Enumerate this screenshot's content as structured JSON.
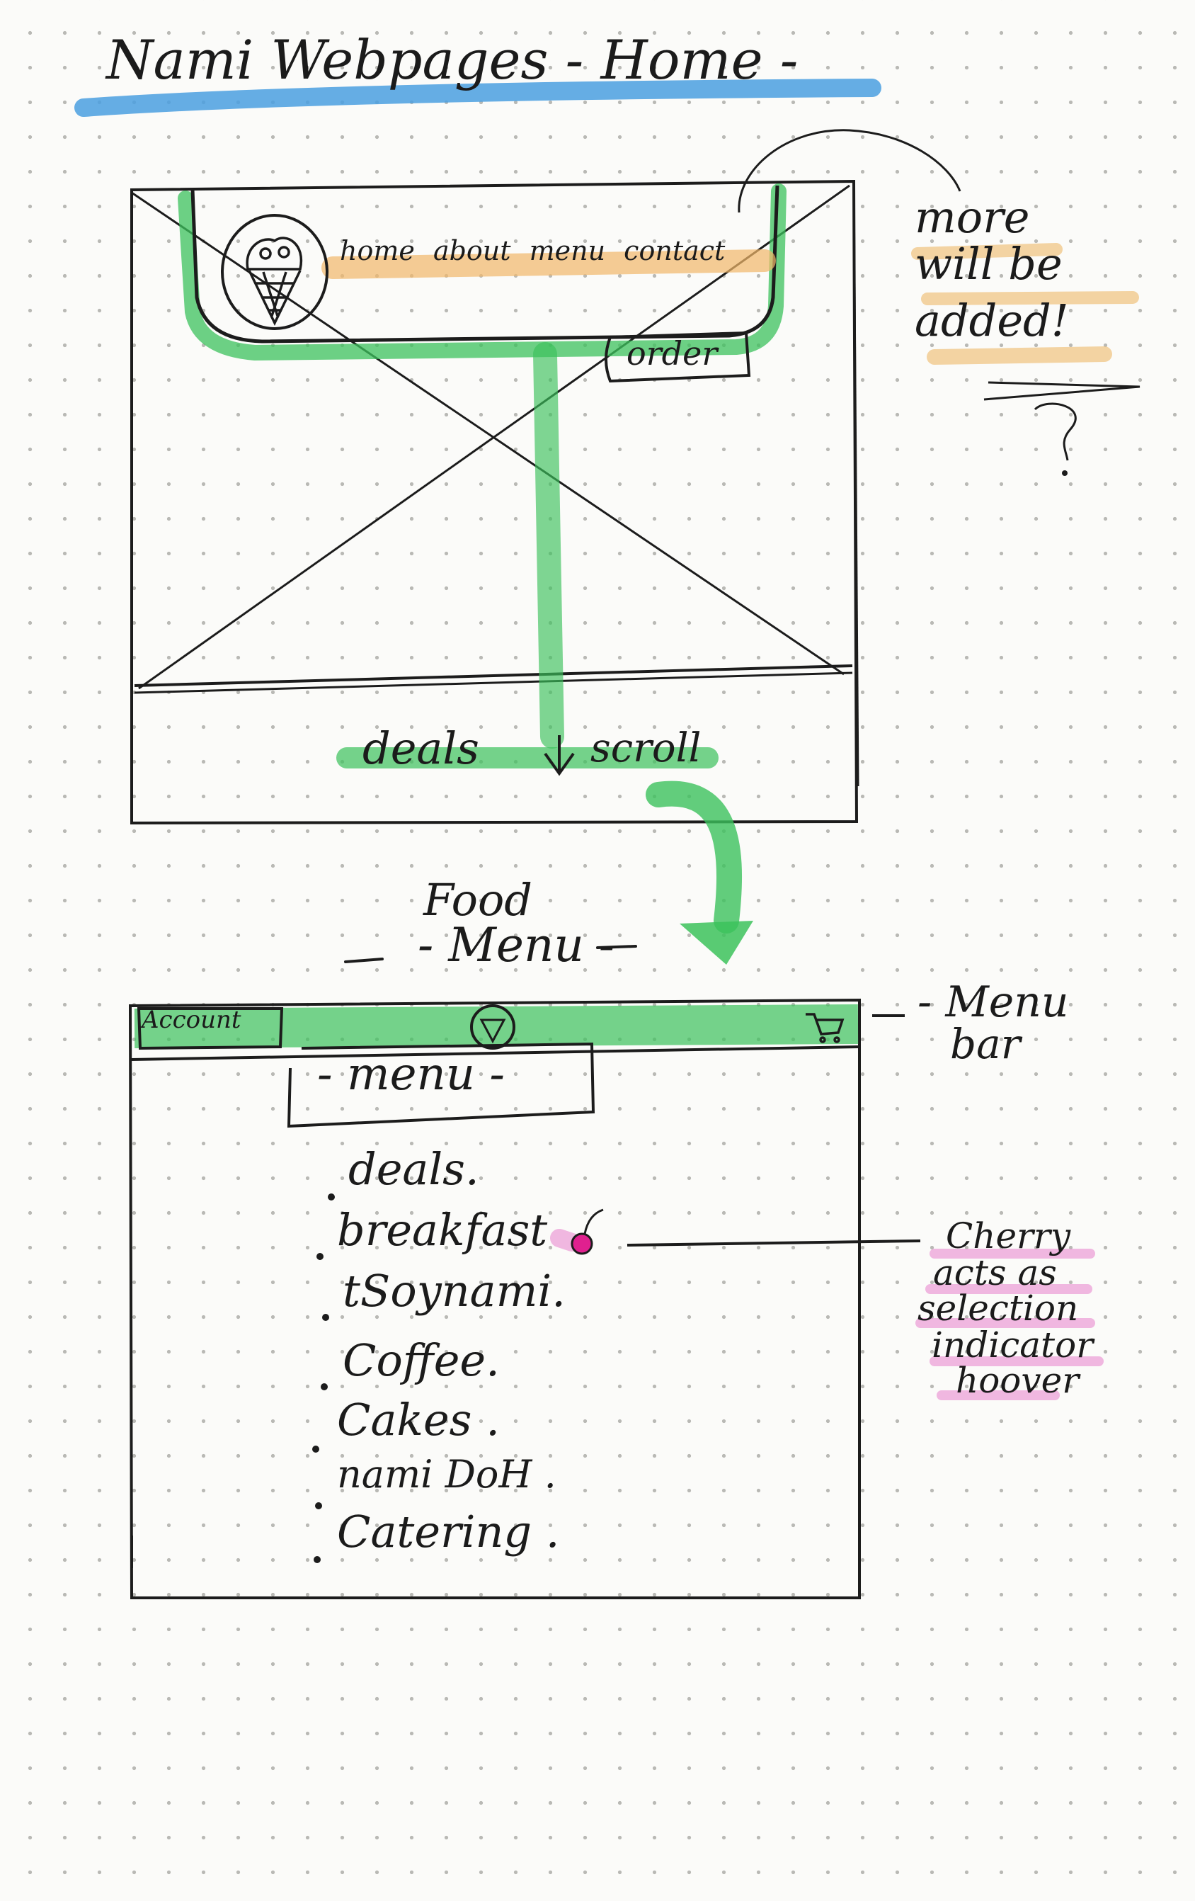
{
  "title": "Nami Webpages - Home -",
  "home_wireframe": {
    "nav_links": "home about menu contact",
    "order_button": "order",
    "scroll_hint_left": "deals",
    "scroll_hint_right": "scroll"
  },
  "side_note": {
    "line1": "more",
    "line2": "will be",
    "line3": "added!",
    "symbol": "?"
  },
  "food_menu": {
    "heading_line1": "Food",
    "heading_line2": "- Menu -",
    "menu_bar": {
      "account_button": "Account",
      "logo_icon": "ice-cream-cone-icon",
      "cart_icon": "shopping-cart-icon"
    },
    "menu_bar_note_line1": "- Menu",
    "menu_bar_note_line2": "bar",
    "menu_title": "- menu -",
    "items": [
      "deals.",
      "breakfast",
      "tSoynami.",
      "Coffee.",
      "Cakes .",
      "nami DoH .",
      "Catering ."
    ],
    "selection_indicator_icon": "cherry-icon",
    "cherry_note": [
      "Cherry",
      "acts as",
      "selection",
      "indicator",
      "hoover"
    ]
  },
  "colors": {
    "title_highlight": "#4a9fe0",
    "flow_green": "#3cc25c",
    "nav_highlight": "#f2b86a",
    "note_highlight_orange": "#f0c37e",
    "note_highlight_pink": "#e98ad0",
    "cherry": "#e0208f"
  }
}
